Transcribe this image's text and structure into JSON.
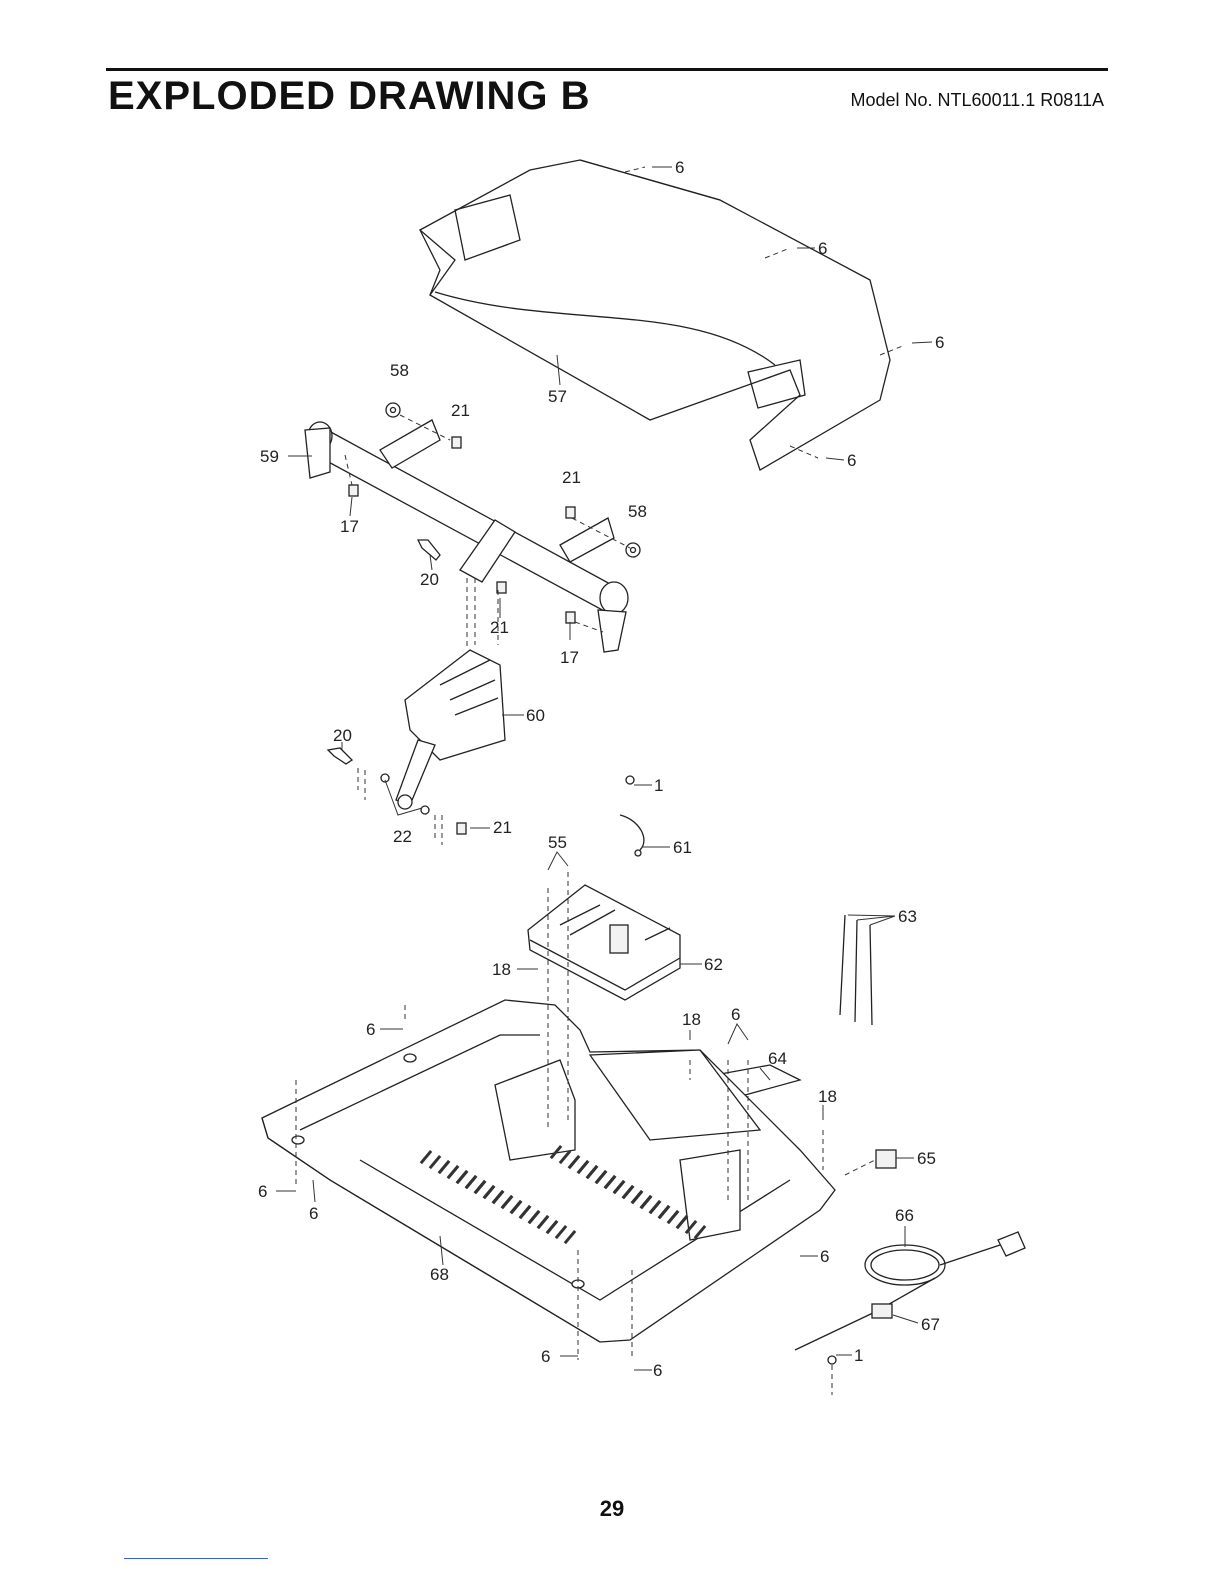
{
  "header": {
    "title": "EXPLODED DRAWING B",
    "model": "Model No. NTL60011.1 R0811A"
  },
  "page_number": "29",
  "callouts": {
    "c1": "6",
    "c2": "6",
    "c3": "6",
    "c4": "6",
    "c5": "57",
    "c6": "58",
    "c7": "21",
    "c8": "59",
    "c9": "17",
    "c10": "21",
    "c11": "58",
    "c12": "20",
    "c13": "21",
    "c14": "17",
    "c15": "60",
    "c16": "20",
    "c17": "22",
    "c18": "21",
    "c19": "1",
    "c20": "61",
    "c21": "55",
    "c22": "63",
    "c23": "18",
    "c24": "62",
    "c25": "6",
    "c26": "18",
    "c27": "6",
    "c28": "64",
    "c29": "18",
    "c30": "65",
    "c31": "6",
    "c32": "6",
    "c33": "66",
    "c34": "68",
    "c35": "6",
    "c36": "67",
    "c37": "6",
    "c38": "6",
    "c39": "1"
  }
}
